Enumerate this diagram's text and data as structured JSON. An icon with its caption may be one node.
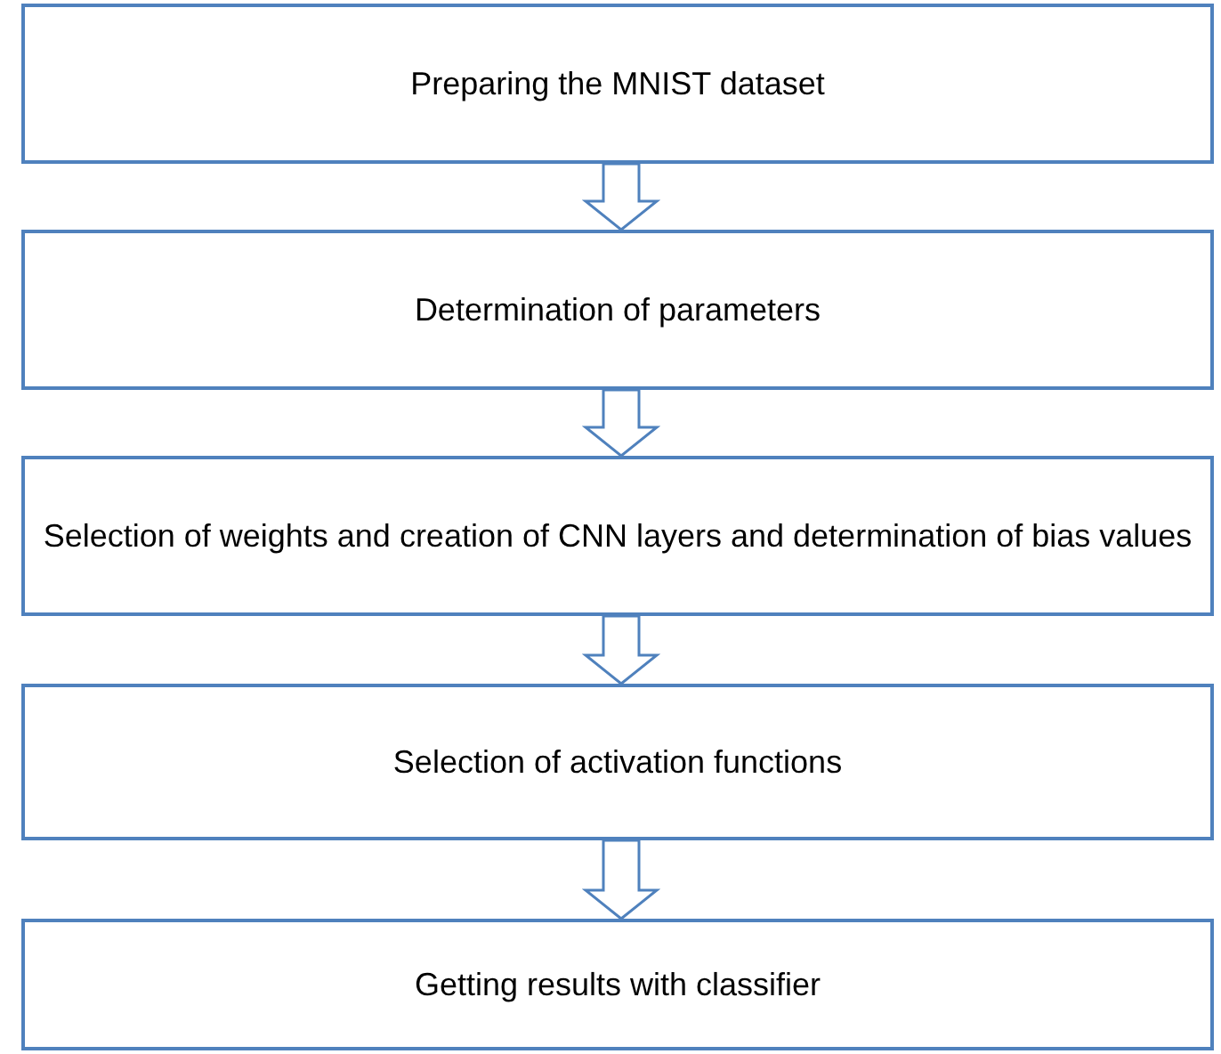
{
  "diagram": {
    "nodes": [
      {
        "text": [
          "Preparing the MNIST dataset"
        ]
      },
      {
        "text": [
          "Determination of parameters"
        ]
      },
      {
        "text": [
          "Selection of weights and creation of CNN layers and determination of bias values"
        ]
      },
      {
        "text": [
          "Selection of activation functions"
        ]
      },
      {
        "text": [
          "Getting results with classifier"
        ]
      }
    ],
    "edges": [
      {
        "from": 0,
        "to": 1,
        "arrow": "to"
      },
      {
        "from": 1,
        "to": 2,
        "arrow": "to"
      },
      {
        "from": 2,
        "to": 3,
        "arrow": "to"
      },
      {
        "from": 3,
        "to": 4,
        "arrow": "to"
      }
    ]
  }
}
